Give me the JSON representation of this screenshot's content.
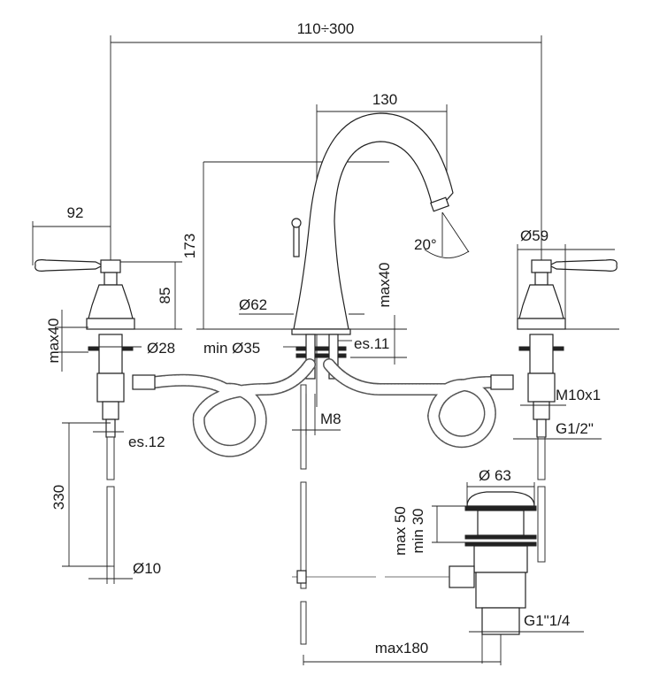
{
  "drawing": {
    "dimensions": {
      "overall_spacing": "110÷300",
      "spout_reach": "130",
      "handle_reach": "92",
      "height": "173",
      "spout_angle": "20°",
      "handle_base_diameter": "Ø59",
      "handle_height": "85",
      "spout_base_diameter": "Ø62",
      "spout_max_thickness": "max40",
      "handle_max_thickness": "max40",
      "handle_hole_diameter": "Ø28",
      "spout_hole_diameter": "min Ø35",
      "spout_wrench": "es.11",
      "handle_thread": "M10x1",
      "spout_thread": "M8",
      "connection_thread": "G1/2\"",
      "handle_wrench": "es.12",
      "pipe_length": "330",
      "pipe_diameter": "Ø10",
      "drain_diameter": "Ø 63",
      "drain_max": "max 50",
      "drain_min": "min 30",
      "drain_thread": "G1\"1/4",
      "drain_rod": "max180"
    }
  }
}
